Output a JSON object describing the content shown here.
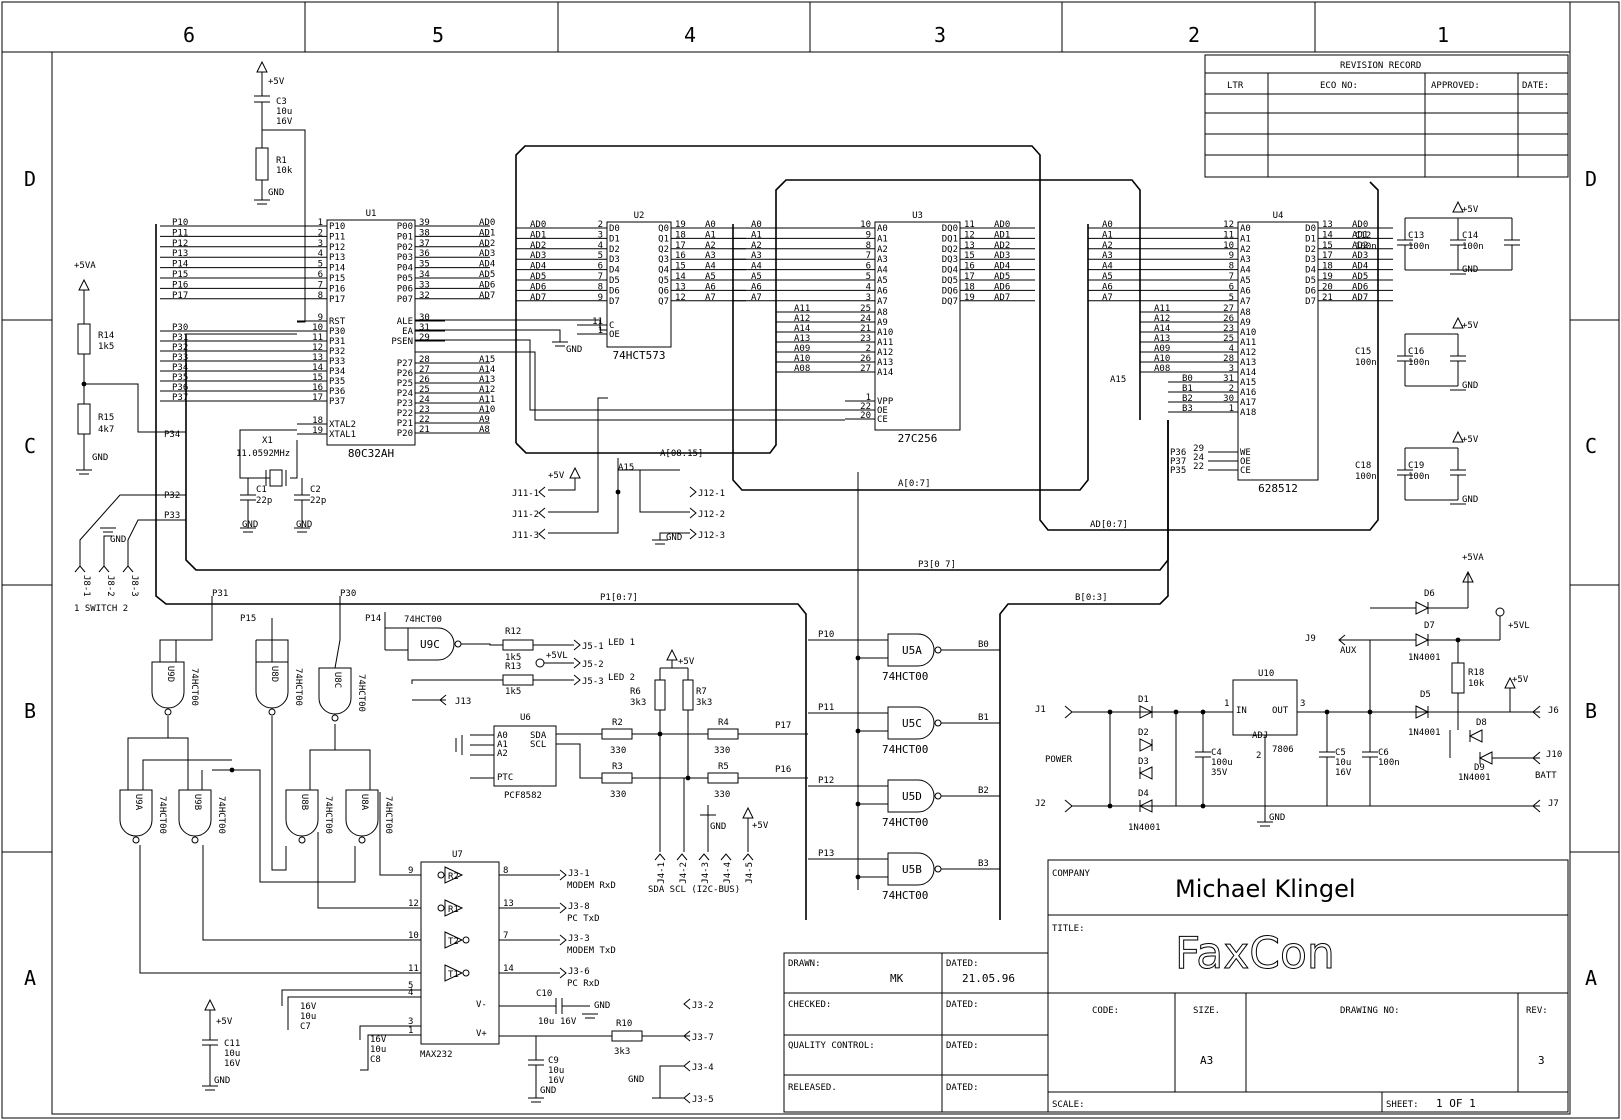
{
  "zones": {
    "columns": [
      "6",
      "5",
      "4",
      "3",
      "2",
      "1"
    ],
    "rows": [
      "D",
      "C",
      "B",
      "A"
    ]
  },
  "revision": {
    "title": "REVISION RECORD",
    "headers": [
      "LTR",
      "ECO NO:",
      "APPROVED:",
      "DATE:"
    ]
  },
  "title_block": {
    "company_label": "COMPANY",
    "company": "Michael Klingel",
    "title_label": "TITLE:",
    "title": "FaxCon",
    "code_label": "CODE:",
    "size_label": "SIZE.",
    "size": "A3",
    "drawing_no_label": "DRAWING NO:",
    "rev_label": "REV:",
    "rev": "3",
    "scale_label": "SCALE:",
    "sheet_label": "SHEET:",
    "sheet": "1 OF 1",
    "drawn_label": "DRAWN:",
    "drawn": "MK",
    "dated_label": "DATED:",
    "dated": "21.05.96",
    "checked_label": "CHECKED:",
    "qc_label": "QUALITY CONTROL:",
    "released_label": "RELEASED."
  },
  "chips": {
    "u1": {
      "ref": "U1",
      "part": "80C32AH"
    },
    "u2": {
      "ref": "U2",
      "part": "74HCT573"
    },
    "u3": {
      "ref": "U3",
      "part": "27C256"
    },
    "u4": {
      "ref": "U4",
      "part": "628512"
    },
    "u6": {
      "ref": "U6",
      "part": "PCF8582"
    },
    "u7": {
      "ref": "U7",
      "part": "MAX232"
    },
    "u10": {
      "ref": "U10",
      "part": "7806"
    }
  },
  "u1_left_pins": [
    "P10",
    "P11",
    "P12",
    "P13",
    "P14",
    "P15",
    "P16",
    "P17",
    "RST",
    "P30",
    "P31",
    "P32",
    "P33",
    "P34",
    "P35",
    "P36",
    "P37",
    "XTAL2",
    "XTAL1"
  ],
  "u1_left_nums": [
    "1",
    "2",
    "3",
    "4",
    "5",
    "6",
    "7",
    "8",
    "9",
    "10",
    "11",
    "12",
    "13",
    "14",
    "15",
    "16",
    "17",
    "18",
    "19"
  ],
  "u1_right_pins": [
    "P00",
    "P01",
    "P02",
    "P03",
    "P04",
    "P05",
    "P06",
    "P07",
    "ALE",
    "EA",
    "PSEN",
    "P27",
    "P26",
    "P25",
    "P24",
    "P23",
    "P22",
    "P21",
    "P20"
  ],
  "u1_right_nums": [
    "39",
    "38",
    "37",
    "36",
    "35",
    "34",
    "33",
    "32",
    "30",
    "31",
    "29",
    "28",
    "27",
    "26",
    "25",
    "24",
    "23",
    "22",
    "21"
  ],
  "u1_net_right": [
    "AD0",
    "AD1",
    "AD2",
    "AD3",
    "AD4",
    "AD5",
    "AD6",
    "AD7",
    "",
    "",
    "",
    "A15",
    "A14",
    "A13",
    "A12",
    "A11",
    "A10",
    "A9",
    "A8"
  ],
  "u1_net_left": [
    "P10",
    "P11",
    "P12",
    "P13",
    "P14",
    "P15",
    "P16",
    "P17",
    "",
    "P30",
    "P31",
    "P32",
    "P33",
    "P34",
    "P35",
    "P36",
    "P37",
    "",
    ""
  ],
  "u2_left_pins": [
    "D0",
    "D1",
    "D2",
    "D3",
    "D4",
    "D5",
    "D6",
    "D7",
    "C",
    "OE"
  ],
  "u2_left_nums": [
    "2",
    "3",
    "4",
    "5",
    "6",
    "7",
    "8",
    "9",
    "11",
    "1"
  ],
  "u2_right_pins": [
    "Q0",
    "Q1",
    "Q2",
    "Q3",
    "Q4",
    "Q5",
    "Q6",
    "Q7"
  ],
  "u2_right_nums": [
    "19",
    "18",
    "17",
    "16",
    "15",
    "14",
    "13",
    "12"
  ],
  "u2_net_in": [
    "AD0",
    "AD1",
    "AD2",
    "AD3",
    "AD4",
    "AD5",
    "AD6",
    "AD7"
  ],
  "u2_net_out": [
    "A0",
    "A1",
    "A2",
    "A3",
    "A4",
    "A5",
    "A6",
    "A7"
  ],
  "u3_left_pins": [
    "A0",
    "A1",
    "A2",
    "A3",
    "A4",
    "A5",
    "A6",
    "A7",
    "A8",
    "A9",
    "A10",
    "A11",
    "A12",
    "A13",
    "A14",
    "VPP",
    "OE",
    "CE"
  ],
  "u3_left_nums": [
    "10",
    "9",
    "8",
    "7",
    "6",
    "5",
    "4",
    "3",
    "25",
    "24",
    "21",
    "23",
    "2",
    "26",
    "27",
    "1",
    "22",
    "20"
  ],
  "u3_net_in": [
    "A0",
    "A1",
    "A2",
    "A3",
    "A4",
    "A5",
    "A6",
    "A7",
    "A11",
    "A12",
    "A14",
    "A13",
    "A09",
    "A10",
    "A08"
  ],
  "u3_right_pins": [
    "DQ0",
    "DQ1",
    "DQ2",
    "DQ3",
    "DQ4",
    "DQ5",
    "DQ6",
    "DQ7"
  ],
  "u3_right_nums": [
    "11",
    "12",
    "13",
    "15",
    "16",
    "17",
    "18",
    "19"
  ],
  "u3_net_out": [
    "AD0",
    "AD1",
    "AD2",
    "AD3",
    "AD4",
    "AD5",
    "AD6",
    "AD7"
  ],
  "u4_left_pins": [
    "A0",
    "A1",
    "A2",
    "A3",
    "A4",
    "A5",
    "A6",
    "A7",
    "A8",
    "A9",
    "A10",
    "A11",
    "A12",
    "A13",
    "A14",
    "A15",
    "A16",
    "A17",
    "A18"
  ],
  "u4_left_nums": [
    "12",
    "11",
    "10",
    "9",
    "8",
    "7",
    "6",
    "5",
    "27",
    "26",
    "23",
    "25",
    "4",
    "28",
    "3",
    "31",
    "2",
    "30",
    "1"
  ],
  "u4_net_in": [
    "A0",
    "A1",
    "A2",
    "A3",
    "A4",
    "A5",
    "A6",
    "A7",
    "A11",
    "A12",
    "A14",
    "A13",
    "A09",
    "A10",
    "A08",
    "B0",
    "B1",
    "B2",
    "B3"
  ],
  "u4_ctl_pins": [
    "WE",
    "OE",
    "CE"
  ],
  "u4_ctl_nums": [
    "29",
    "24",
    "22"
  ],
  "u4_ctl_nets": [
    "P36",
    "P37",
    "P35"
  ],
  "u4_right_pins": [
    "D0",
    "D1",
    "D2",
    "D3",
    "D4",
    "D5",
    "D6",
    "D7"
  ],
  "u4_right_nums": [
    "13",
    "14",
    "15",
    "17",
    "18",
    "19",
    "20",
    "21"
  ],
  "u4_net_out": [
    "AD0",
    "AD1",
    "AD2",
    "AD3",
    "AD4",
    "AD5",
    "AD6",
    "AD7"
  ],
  "buses": {
    "a_8_15": "A[08.15]",
    "a_0_7": "A[0:7]",
    "ad_0_7": "AD[0:7]",
    "p3": "P3[0 7]",
    "p1": "P1[0:7]",
    "b": "B[0:3]"
  },
  "components": {
    "c3": [
      "C3",
      "10u",
      "16V"
    ],
    "r1": [
      "R1",
      "10k"
    ],
    "x1": [
      "X1",
      "11.0592MHz"
    ],
    "c1": [
      "C1",
      "22p"
    ],
    "c2": [
      "C2",
      "22p"
    ],
    "r14": [
      "R14",
      "1k5"
    ],
    "r15": [
      "R15",
      "4k7"
    ],
    "r12": [
      "R12",
      "1k5"
    ],
    "r13": [
      "R13",
      "1k5"
    ],
    "r6": [
      "R6",
      "3k3"
    ],
    "r7": [
      "R7",
      "3k3"
    ],
    "r2": [
      "R2",
      "330"
    ],
    "r3": [
      "R3",
      "330"
    ],
    "r4": [
      "R4",
      "330"
    ],
    "r5": [
      "R5",
      "330"
    ],
    "r10": [
      "R10",
      "3k3"
    ],
    "r18": [
      "R18",
      "10k"
    ],
    "c4": [
      "C4",
      "100u",
      "35V"
    ],
    "c5": [
      "C5",
      "10u",
      "16V"
    ],
    "c6": [
      "C6",
      "100n"
    ],
    "c7": [
      "16V",
      "10u",
      "C7"
    ],
    "c8": [
      "16V",
      "10u",
      "C8"
    ],
    "c9": [
      "C9",
      "10u",
      "16V"
    ],
    "c10": [
      "C10",
      "10u",
      "16V"
    ],
    "c11": [
      "C11",
      "10u",
      "16V"
    ],
    "c12": [
      "C12",
      "100n"
    ],
    "c13": [
      "C13",
      "100n"
    ],
    "c14": [
      "C14",
      "100n"
    ],
    "c15": [
      "C15",
      "100n"
    ],
    "c16": [
      "C16",
      "100n"
    ],
    "c18": [
      "C18",
      "100n"
    ],
    "c19": [
      "C19",
      "100n"
    ]
  },
  "gates": {
    "u9c": "U9C",
    "u9d": "U9D",
    "u8d": "U8D",
    "u8c": "U8C",
    "u9a": "U9A",
    "u9b": "U9B",
    "u8b": "U8B",
    "u8a": "U8A",
    "u5a": "U5A",
    "u5c": "U5C",
    "u5d": "U5D",
    "u5b": "U5B",
    "family": "74HCT00"
  },
  "nand_outputs": [
    "B0",
    "B1",
    "B2",
    "B3"
  ],
  "nand_inputs": [
    "P10",
    "P11",
    "P12",
    "P13"
  ],
  "max232": {
    "drivers": [
      "R2",
      "R1",
      "T2",
      "T1"
    ],
    "outs": [
      "J3-1",
      "J3-8",
      "J3-3",
      "J3-6"
    ],
    "desc": [
      "MODEM RxD",
      "PC TxD",
      "MODEM TxD",
      "PC RxD"
    ]
  },
  "connectors": {
    "j11": [
      "J11-1",
      "J11-2",
      "J11-3"
    ],
    "j12": [
      "J12-1",
      "J12-2",
      "J12-3"
    ],
    "j8": [
      "J8-1",
      "J8-2",
      "J8-3"
    ],
    "j8_caption": "1 SWITCH 2",
    "j5": [
      "J5-1",
      "J5-2",
      "J5-3"
    ],
    "led1": "LED 1",
    "led2": "LED 2",
    "j4": [
      "J4-1",
      "J4-2",
      "J4-3",
      "J4-4",
      "J4-5"
    ],
    "j4_caption": "SDA SCL (I2C-BUS)",
    "j3_extra": [
      "J3-2",
      "J3-7",
      "J3-4",
      "J3-5"
    ],
    "j13": "J13",
    "j9": "J9",
    "aux": "AUX",
    "power": "POWER",
    "batt": "BATT",
    "j1": "J1",
    "j2": "J2",
    "j6": "J6",
    "j7": "J7",
    "j10": "J10"
  },
  "diodes": [
    "D1",
    "D2",
    "D3",
    "D4",
    "D5",
    "D6",
    "D7",
    "D8",
    "D9"
  ],
  "diode_parts": {
    "d4": "1N4001",
    "d7": "1N4001",
    "d5": "1N4001",
    "d9": "1N4001"
  },
  "power": {
    "p5v": "+5V",
    "p5va": "+5VA",
    "p5vl": "+5VL",
    "gnd": "GND"
  },
  "u10_pins": {
    "in": "IN",
    "out": "OUT",
    "adj": "ADJ",
    "n1": "1",
    "n2": "2",
    "n3": "3"
  },
  "u6_pins": [
    "A0",
    "A1",
    "A2",
    "PTC",
    "SDA",
    "SCL"
  ],
  "misc": {
    "p34": "P34",
    "p32": "P32",
    "p33": "P33",
    "p31": "P31",
    "p30": "P30",
    "p14": "P14",
    "p15": "P15",
    "p17": "P17",
    "p16": "P16",
    "a15": "A15",
    "minus": "V-",
    "plus": "V+"
  }
}
